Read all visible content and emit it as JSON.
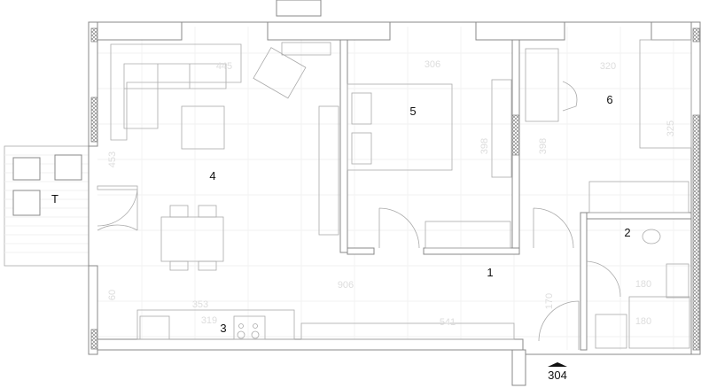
{
  "plan": {
    "rooms": [
      {
        "id": "T",
        "label": "T"
      },
      {
        "id": "1",
        "label": "1"
      },
      {
        "id": "2",
        "label": "2"
      },
      {
        "id": "3",
        "label": "3"
      },
      {
        "id": "4",
        "label": "4"
      },
      {
        "id": "5",
        "label": "5"
      },
      {
        "id": "6",
        "label": "6"
      }
    ],
    "apartment_number": "304",
    "dimensions": [
      "445",
      "453",
      "306",
      "398",
      "398",
      "320",
      "325",
      "353",
      "319",
      "906",
      "541",
      "180",
      "180",
      "60",
      "170"
    ]
  }
}
